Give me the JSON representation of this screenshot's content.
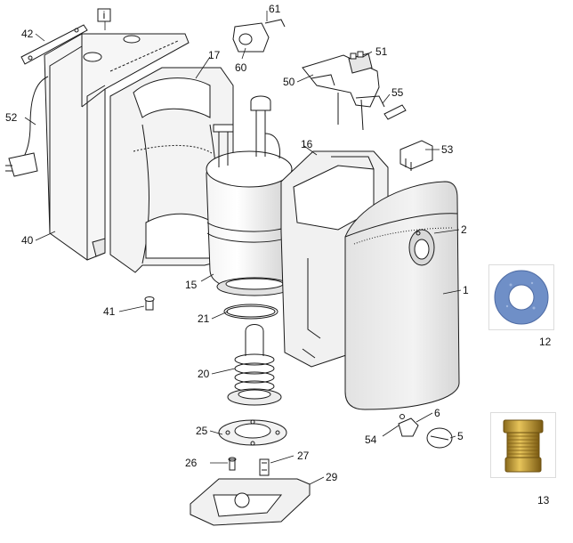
{
  "diagram": {
    "info_marker": "i",
    "callouts": {
      "p1": "1",
      "p2": "2",
      "p5": "5",
      "p6": "6",
      "p12": "12",
      "p13": "13",
      "p15": "15",
      "p16": "16",
      "p17": "17",
      "p20": "20",
      "p21": "21",
      "p25": "25",
      "p26": "26",
      "p27": "27",
      "p29": "29",
      "p40": "40",
      "p41": "41",
      "p42": "42",
      "p50": "50",
      "p51": "51",
      "p52": "52",
      "p53": "53",
      "p54": "54",
      "p55": "55",
      "p60": "60",
      "p61": "61"
    }
  },
  "colors": {
    "line": "#1a1a1a",
    "gasket_blue": "#6f8fc7",
    "brass": "#c9a23a"
  }
}
